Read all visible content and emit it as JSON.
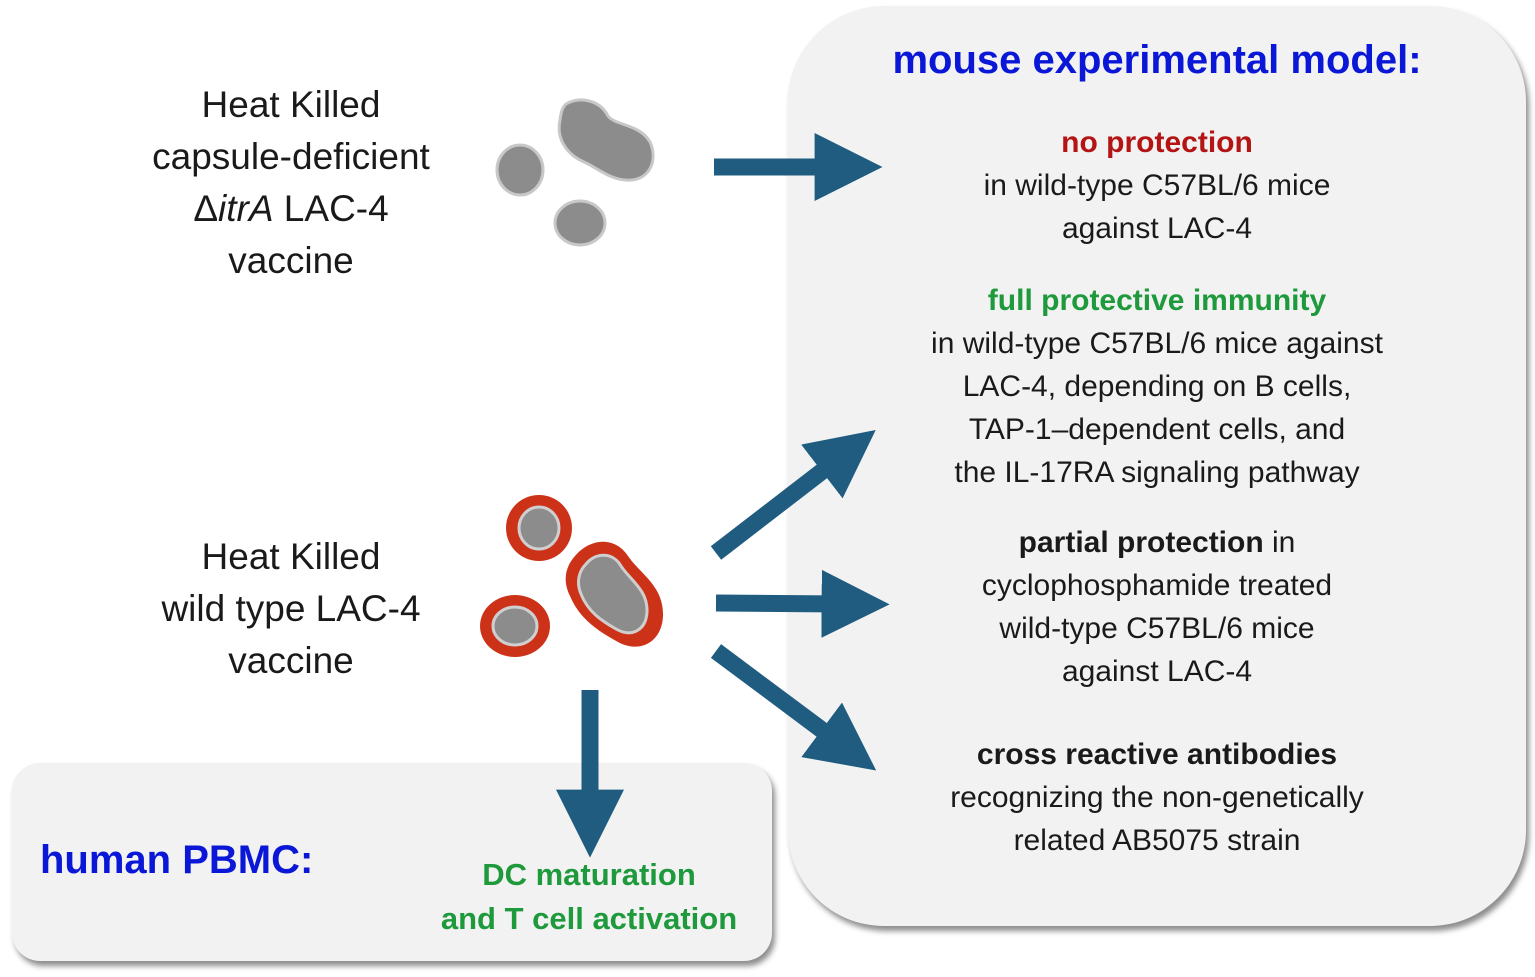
{
  "vaccines": {
    "deficient": {
      "line1": "Heat Killed",
      "line2": "capsule-deficient",
      "delta": "Δ",
      "gene": "itrA",
      "line3_rest": " LAC-4",
      "line4": "vaccine"
    },
    "wildtype": {
      "line1": "Heat Killed",
      "line2": "wild type LAC-4",
      "line3": "vaccine"
    }
  },
  "mouse_panel": {
    "title": "mouse experimental model:",
    "outcome1": {
      "label": "no protection",
      "line1": "in wild-type C57BL/6 mice",
      "line2": "against LAC-4"
    },
    "outcome2": {
      "label": "full protective immunity",
      "line1": "in wild-type C57BL/6 mice against",
      "line2": "LAC-4, depending on B cells,",
      "line3": "TAP-1–dependent cells, and",
      "line4": "the IL-17RA signaling pathway"
    },
    "outcome3": {
      "label": "partial protection",
      "label_rest": " in",
      "line1": "cyclophosphamide treated",
      "line2": "wild-type C57BL/6 mice",
      "line3": "against LAC-4"
    },
    "outcome4": {
      "label": "cross reactive antibodies",
      "line1": "recognizing the non-genetically",
      "line2": "related AB5075 strain"
    }
  },
  "human_panel": {
    "title": "human PBMC:",
    "result_line1": "DC maturation",
    "result_line2": "and T cell activation"
  },
  "colors": {
    "arrow": "#1f5c80",
    "heading": "#0a17d6",
    "no_protection": "#b41414",
    "protective": "#1e9a3c",
    "cell_fill": "#8c8c8c",
    "capsule": "#cc3218"
  }
}
